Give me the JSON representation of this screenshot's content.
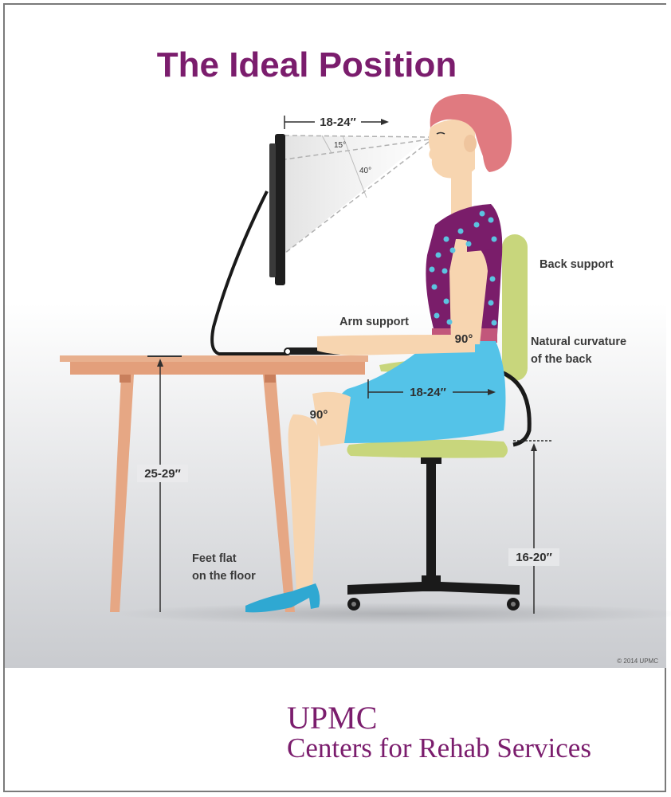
{
  "title": "The Ideal Position",
  "labels": {
    "viewing_distance": "18-24″",
    "angle_top": "15°",
    "angle_bottom": "40°",
    "back_support": "Back support",
    "arm_support": "Arm support",
    "elbow_angle": "90°",
    "natural_curvature_line1": "Natural curvature",
    "natural_curvature_line2": "of the back",
    "seat_depth": "18-24″",
    "knee_angle": "90°",
    "desk_height": "25-29″",
    "feet_line1": "Feet flat",
    "feet_line2": "on the floor",
    "seat_height": "16-20″"
  },
  "copyright": "© 2014 UPMC",
  "brand": {
    "line1": "UPMC",
    "line2": "Centers for Rehab Services"
  },
  "colors": {
    "title": "#7b1d6d",
    "top_dress": "#7a1d6a",
    "dots": "#5cc3e0",
    "skirt": "#54c3e8",
    "chair": "#c8d67c",
    "desk": "#e3a07c",
    "hair": "#e07a80",
    "skin": "#f7d5b0"
  }
}
